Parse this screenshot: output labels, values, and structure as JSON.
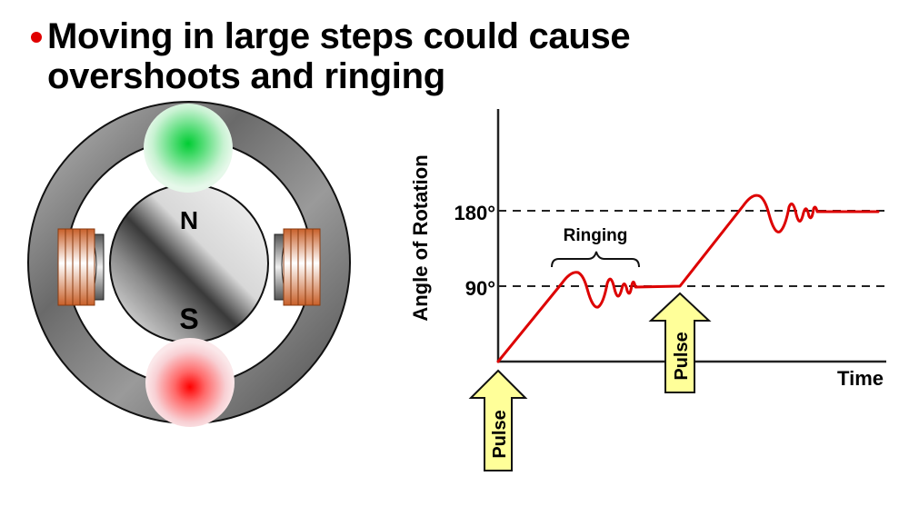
{
  "slide": {
    "bullet_color": "#e00000",
    "title_lines": [
      "Moving in large steps could cause",
      "overshoots and ringing"
    ]
  },
  "motor_diagram": {
    "rotor_north_label": "N",
    "rotor_south_label": "S",
    "top_pole_color": "#00cc33",
    "bottom_pole_color": "#ff0000",
    "coil_color": "#c8602a"
  },
  "chart": {
    "y_axis_label": "Angle of Rotation",
    "x_axis_label": "Time",
    "ytick_180": "180°",
    "ytick_90": "90°",
    "ringing_label": "Ringing",
    "pulse_1_label": "Pulse",
    "pulse_2_label": "Pulse",
    "line_color": "#dd0000",
    "pulse_color": "#ffff99"
  },
  "chart_data": {
    "type": "line",
    "title": "",
    "xlabel": "Time",
    "ylabel": "Angle of Rotation",
    "yticks": [
      "90°",
      "180°"
    ],
    "ylim": [
      0,
      270
    ],
    "grid": "dashed reference lines at 90° and 180°",
    "annotations": [
      "Ringing (bracket over first settling oscillation)",
      "Pulse (arrow at t=0)",
      "Pulse (arrow at t≈4.5)"
    ],
    "series": [
      {
        "name": "Angle of Rotation",
        "x": [
          0,
          2.0,
          2.4,
          2.7,
          3.0,
          3.2,
          3.4,
          3.55,
          3.7,
          4.5,
          6.5,
          6.8,
          7.1,
          7.4,
          7.55,
          7.7,
          7.85,
          8.0,
          10.0
        ],
        "values": [
          0,
          95,
          103,
          70,
          98,
          78,
          96,
          85,
          90,
          90,
          190,
          195,
          160,
          190,
          170,
          185,
          178,
          180,
          180
        ]
      }
    ]
  }
}
